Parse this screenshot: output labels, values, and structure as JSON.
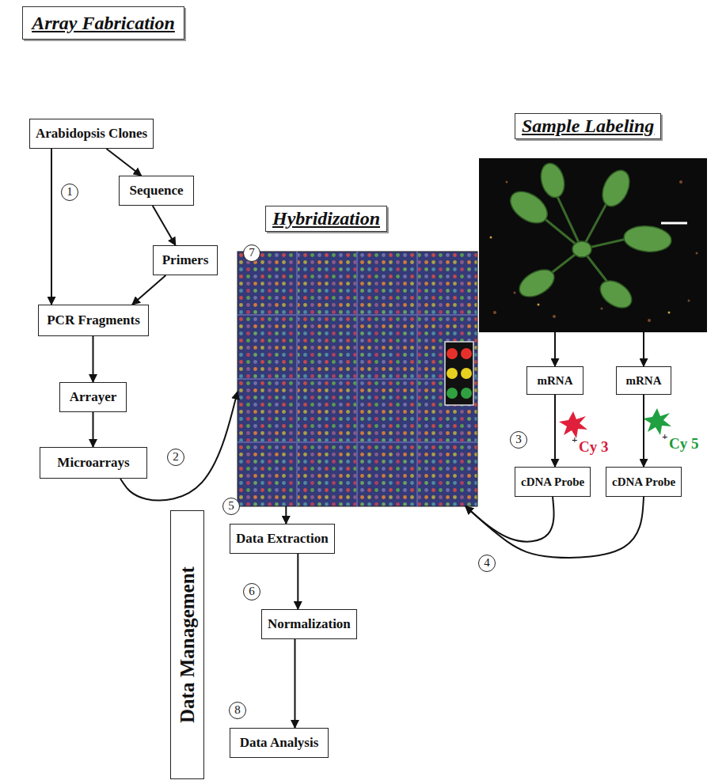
{
  "diagram": {
    "nodes": [
      {
        "text": [
          "Array Fabrication"
        ]
      },
      {
        "text": [
          "Arabidopsis Clones"
        ]
      },
      {
        "text": [
          "Sequence"
        ]
      },
      {
        "text": [
          "Primers"
        ]
      },
      {
        "text": [
          "PCR Fragments"
        ]
      },
      {
        "text": [
          "Arrayer"
        ]
      },
      {
        "text": [
          "Microarrays"
        ]
      },
      {
        "text": [
          "Hybridization"
        ]
      },
      {
        "text": [
          "Sample Labeling"
        ]
      },
      {
        "text": [
          "mRNA"
        ]
      },
      {
        "text": [
          "mRNA"
        ]
      },
      {
        "text": [
          "cDNA Probe"
        ]
      },
      {
        "text": [
          "cDNA Probe"
        ]
      },
      {
        "text": [
          "Data Management"
        ]
      },
      {
        "text": [
          "Data Extraction"
        ]
      },
      {
        "text": [
          "Normalization"
        ]
      },
      {
        "text": [
          "Data Analysis"
        ]
      }
    ],
    "edges": [
      {
        "from": 1,
        "to": 2,
        "arrow": "to"
      },
      {
        "from": 2,
        "to": 3,
        "arrow": "to"
      },
      {
        "from": 3,
        "to": 4,
        "arrow": "to"
      },
      {
        "from": 1,
        "to": 4,
        "arrow": "to"
      },
      {
        "from": 4,
        "to": 5,
        "arrow": "to"
      },
      {
        "from": 5,
        "to": 6,
        "arrow": "to"
      },
      {
        "from": 6,
        "to": 7,
        "arrow": "to"
      },
      {
        "from": 7,
        "to": 14,
        "arrow": "to"
      },
      {
        "from": 8,
        "to": 9,
        "arrow": "to"
      },
      {
        "from": 8,
        "to": 10,
        "arrow": "to"
      },
      {
        "from": 9,
        "to": 11,
        "arrow": "to"
      },
      {
        "from": 10,
        "to": 12,
        "arrow": "to"
      },
      {
        "from": 11,
        "to": 7,
        "arrow": "to"
      },
      {
        "from": 12,
        "to": 7,
        "arrow": "to"
      },
      {
        "from": 14,
        "to": 15,
        "arrow": "to"
      },
      {
        "from": 15,
        "to": 16,
        "arrow": "to"
      }
    ],
    "labels": [
      "1",
      "2",
      "7",
      "3",
      "4",
      "5",
      "6",
      "8",
      "+",
      "Cy 3",
      "+",
      "Cy 5"
    ]
  }
}
